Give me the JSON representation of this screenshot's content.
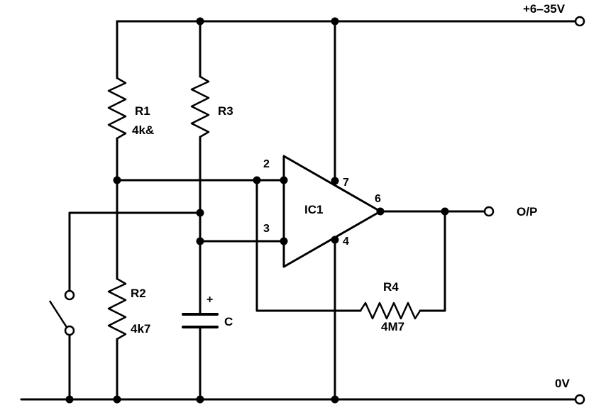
{
  "supply": {
    "positive": "+6–35V",
    "ground": "0V"
  },
  "output": {
    "label": "O/P"
  },
  "ic": {
    "name": "IC1",
    "pins": {
      "inverting": "2",
      "noninverting": "3",
      "output": "6",
      "vplus": "7",
      "vminus": "4"
    }
  },
  "components": {
    "r1": {
      "name": "R1",
      "value": "4k&"
    },
    "r2": {
      "name": "R2",
      "value": "4k7"
    },
    "r3": {
      "name": "R3"
    },
    "r4": {
      "name": "R4",
      "value": "4M7"
    },
    "c": {
      "name": "C",
      "polarity": "+"
    }
  }
}
